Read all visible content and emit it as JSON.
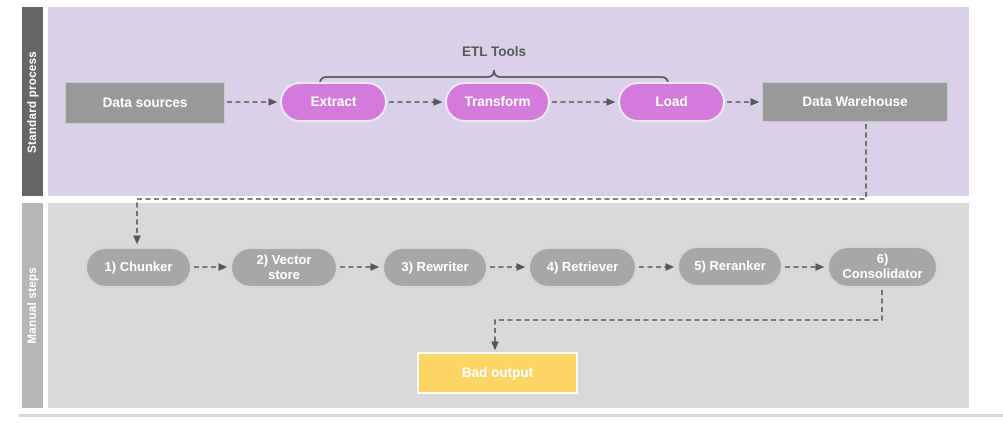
{
  "lanes": {
    "standard": {
      "label": "Standard process"
    },
    "manual": {
      "label": "Manual steps"
    }
  },
  "standard_flow": {
    "brace_label": "ETL Tools",
    "data_sources": {
      "label": "Data sources"
    },
    "extract": {
      "label": "Extract"
    },
    "transform": {
      "label": "Transform"
    },
    "load": {
      "label": "Load"
    },
    "data_warehouse": {
      "label": "Data Warehouse"
    }
  },
  "manual_flow": {
    "steps": [
      {
        "label": "1) Chunker"
      },
      {
        "label": "2) Vector store"
      },
      {
        "label": "3) Rewriter"
      },
      {
        "label": "4) Retriever"
      },
      {
        "label": "5) Reranker"
      },
      {
        "label": "6) Consolidator"
      }
    ],
    "bad_output": {
      "label": "Bad output"
    }
  },
  "edges": [
    {
      "from": "Data sources",
      "to": "Extract"
    },
    {
      "from": "Extract",
      "to": "Transform"
    },
    {
      "from": "Transform",
      "to": "Load"
    },
    {
      "from": "Load",
      "to": "Data Warehouse"
    },
    {
      "from": "Data Warehouse",
      "to": "1) Chunker"
    },
    {
      "from": "1) Chunker",
      "to": "2) Vector store"
    },
    {
      "from": "2) Vector store",
      "to": "3) Rewriter"
    },
    {
      "from": "3) Rewriter",
      "to": "4) Retriever"
    },
    {
      "from": "4) Retriever",
      "to": "5) Reranker"
    },
    {
      "from": "5) Reranker",
      "to": "6) Consolidator"
    },
    {
      "from": "6) Consolidator",
      "to": "Bad output"
    }
  ],
  "colors": {
    "standard_lane_bg": "#d8d1e7",
    "standard_lane_bar": "#666666",
    "manual_lane_bg": "#d9d9d9",
    "manual_lane_bar": "#b6b6b6",
    "etl_pill": "#d27bda",
    "gray_box": "#999999",
    "manual_pill": "#a7a7a7",
    "bad_output_box": "#fcd565",
    "connector": "#575757",
    "node_text": "#ffffff",
    "brace_text": "#595959"
  }
}
